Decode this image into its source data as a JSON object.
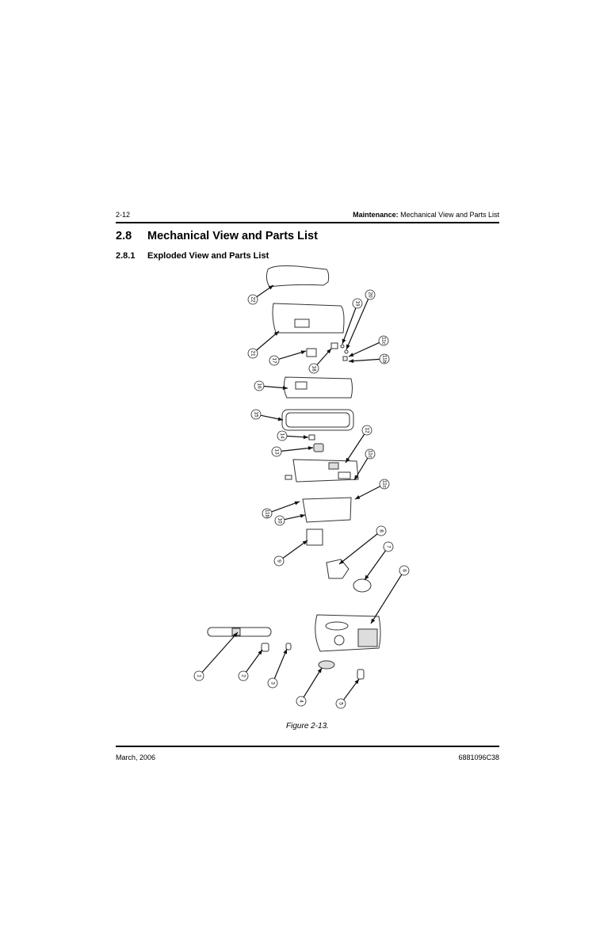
{
  "header": {
    "page_number": "2-12",
    "section_bold": "Maintenance:",
    "section_rest": " Mechanical View and Parts List"
  },
  "section": {
    "number": "2.8",
    "title": "Mechanical View and Parts List"
  },
  "subsection": {
    "number": "2.8.1",
    "title": "Exploded View and Parts List"
  },
  "figure": {
    "caption": "Figure 2-13.",
    "callouts": [
      "22",
      "21",
      "17",
      "18",
      "19",
      "20",
      "11c",
      "11b",
      "16",
      "15",
      "14",
      "13",
      "12",
      "11c",
      "11c",
      "11b",
      "10",
      "9",
      "8",
      "7",
      "6",
      "1",
      "2",
      "3",
      "4",
      "5"
    ]
  },
  "footer": {
    "date": "March, 2006",
    "doc_number": "6881096C38"
  }
}
